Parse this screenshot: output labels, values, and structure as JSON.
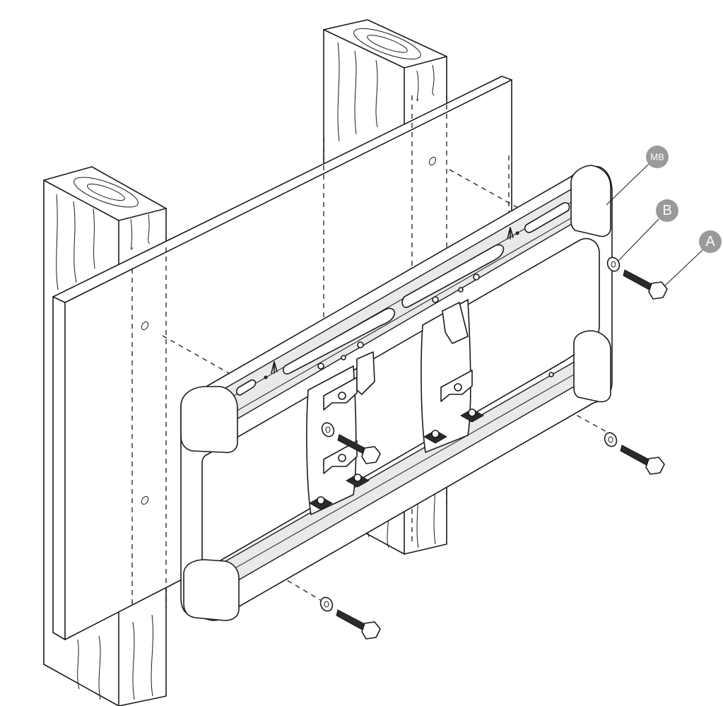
{
  "labels": {
    "mb": "MB",
    "b": "B",
    "a": "A"
  },
  "colors": {
    "line": "#1a1a1a",
    "label_circle": "#9a9a9a",
    "background": "#ffffff"
  }
}
